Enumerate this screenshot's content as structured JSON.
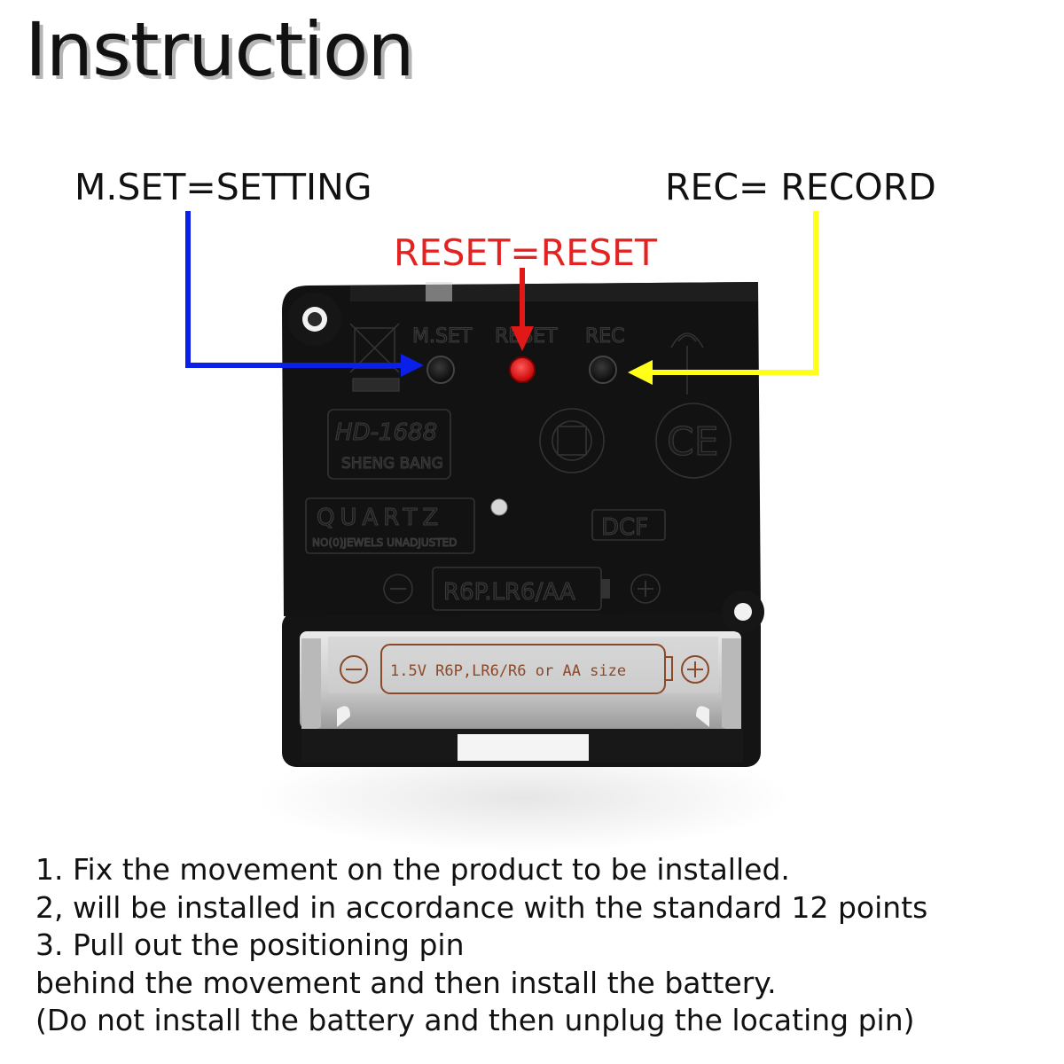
{
  "title": "Instruction",
  "labels": {
    "mset": "M.SET=SETTING",
    "reset": "RESET=RESET",
    "rec": "REC= RECORD"
  },
  "colors": {
    "mset_arrow": "#0a1fe8",
    "reset_arrow": "#e01818",
    "rec_arrow": "#ffff1a",
    "reset_label": "#e32222"
  },
  "movement": {
    "button_labels": [
      "M.SET",
      "RESET",
      "REC"
    ],
    "model": "HD-1688",
    "maker": "SHENG BANG",
    "quartz": "QUARTZ",
    "quartz_sub": "NO(0)JEWELS UNADJUSTED",
    "dcf": "DCF",
    "battery_label": "R6P.LR6/AA",
    "battery_tray_text": "1.5V R6P,LR6/R6 or AA size",
    "ce_mark": "CE"
  },
  "instructions": [
    "1. Fix the movement on the product to be installed.",
    "2, will be installed in accordance with the standard 12 points",
    "3. Pull out the positioning pin",
    "behind the movement and then install the battery.",
    "(Do not install the battery and then unplug the locating pin)"
  ]
}
